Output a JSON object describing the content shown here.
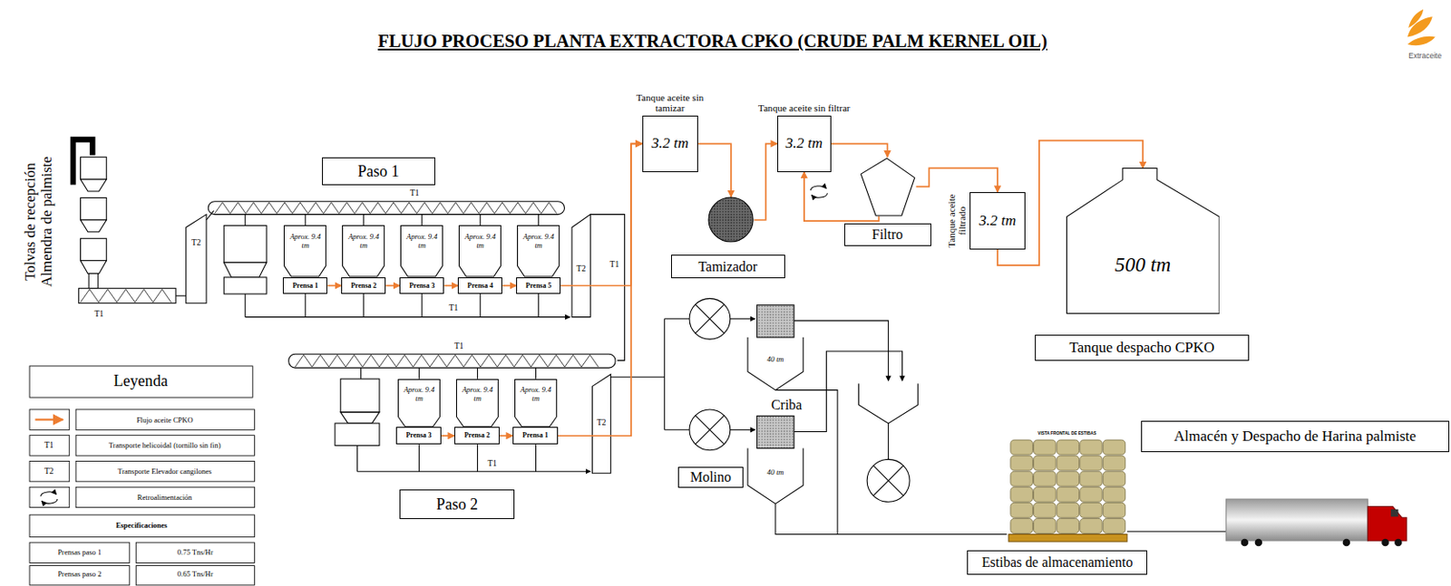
{
  "diagram": {
    "title": "FLUJO PROCESO PLANTA EXTRACTORA CPKO (CRUDE PALM KERNEL OIL)",
    "nodes": [
      {
        "text": [
          "Paso 1"
        ]
      },
      {
        "text": [
          "Aprox. 9.4 tm"
        ]
      },
      {
        "text": [
          "Aprox. 9.4 tm"
        ]
      },
      {
        "text": [
          "Aprox. 9.4 tm"
        ]
      },
      {
        "text": [
          "Aprox. 9.4 tm"
        ]
      },
      {
        "text": [
          "Aprox. 9.4 tm"
        ]
      },
      {
        "text": [
          "Prensa 1"
        ]
      },
      {
        "text": [
          "Prensa 2"
        ]
      },
      {
        "text": [
          "Prensa 3"
        ]
      },
      {
        "text": [
          "Prensa 4"
        ]
      },
      {
        "text": [
          "Prensa 5"
        ]
      },
      {
        "text": [
          "Paso 2"
        ]
      },
      {
        "text": [
          "Aprox. 9.4 tm"
        ]
      },
      {
        "text": [
          "Aprox. 9.4 tm"
        ]
      },
      {
        "text": [
          "Aprox. 9.4 tm"
        ]
      },
      {
        "text": [
          "Prensa 3"
        ]
      },
      {
        "text": [
          "Prensa 2"
        ]
      },
      {
        "text": [
          "Prensa 1"
        ]
      },
      {
        "text": [
          "Tanque aceite sin tamizar",
          "3.2 tm"
        ]
      },
      {
        "text": [
          "Tanque aceite sin filtrar",
          "3.2 tm"
        ]
      },
      {
        "text": [
          "Tamizador"
        ]
      },
      {
        "text": [
          "Filtro"
        ]
      },
      {
        "text": [
          "Tanque aceite filtrado",
          "3.2 tm"
        ]
      },
      {
        "text": [
          "500 tm"
        ]
      },
      {
        "text": [
          "Tanque despacho CPKO"
        ]
      },
      {
        "text": [
          "Molino"
        ]
      },
      {
        "text": [
          "Almacén y Despacho de Harina palmiste"
        ]
      },
      {
        "text": [
          "Estibas de almacenamiento"
        ]
      }
    ],
    "edges": [
      {
        "from": 6,
        "to": 7,
        "arrow": "to"
      },
      {
        "from": 7,
        "to": 8,
        "arrow": "to"
      },
      {
        "from": 8,
        "to": 9,
        "arrow": "to"
      },
      {
        "from": 9,
        "to": 10,
        "arrow": "to"
      },
      {
        "from": 10,
        "to": 18,
        "arrow": "to"
      },
      {
        "from": 15,
        "to": 16,
        "arrow": "to"
      },
      {
        "from": 16,
        "to": 17,
        "arrow": "to"
      },
      {
        "from": 17,
        "to": 18,
        "arrow": "to"
      },
      {
        "from": 18,
        "to": 20,
        "arrow": "to"
      },
      {
        "from": 20,
        "to": 19,
        "arrow": "to"
      },
      {
        "from": 19,
        "to": 21,
        "arrow": "to"
      },
      {
        "from": 21,
        "to": 19,
        "arrow": "to"
      },
      {
        "from": 21,
        "to": 22,
        "arrow": "to"
      },
      {
        "from": 22,
        "to": 23,
        "arrow": "to"
      }
    ],
    "labels": [
      "Extraceite",
      "Tolvas de recepción Almendra de palmiste",
      "T1",
      "T2",
      "T1",
      "T1",
      "T2",
      "T1",
      "T1",
      "T2",
      "T1",
      "Leyenda",
      "T1",
      "T2",
      "Especificaciones",
      "Prensas paso 1",
      "0.75 Tns/Hr",
      "Prensas paso 2",
      "0.65 Tns/Hr",
      "40 tm",
      "40 tm",
      "Criba",
      "VISTA FRONTAL DE ESTIBAS"
    ],
    "legend": [
      {
        "text": "Flujo aceite CPKO"
      },
      {
        "text": "Transporte helicoidal (tornillo sin fin)"
      },
      {
        "text": "Transporte Elevador cangilones"
      },
      {
        "text": "Retroalimentación"
      }
    ]
  }
}
